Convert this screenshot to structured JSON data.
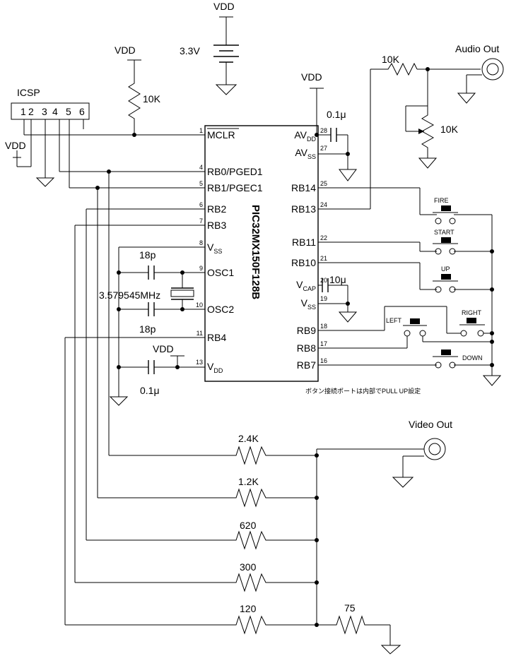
{
  "chip": {
    "name": "PIC32MX150F128B",
    "pins_left": [
      {
        "num": "1",
        "label": "MCLR"
      },
      {
        "num": "4",
        "label": "RB0/PGED1"
      },
      {
        "num": "5",
        "label": "RB1/PGEC1"
      },
      {
        "num": "6",
        "label": "RB2"
      },
      {
        "num": "7",
        "label": "RB3"
      },
      {
        "num": "8",
        "label": "V",
        "sub": "SS"
      },
      {
        "num": "9",
        "label": "OSC1"
      },
      {
        "num": "10",
        "label": "OSC2"
      },
      {
        "num": "11",
        "label": "RB4"
      },
      {
        "num": "13",
        "label": "V",
        "sub": "DD"
      }
    ],
    "pins_right": [
      {
        "num": "28",
        "label": "AV",
        "sub": "DD"
      },
      {
        "num": "27",
        "label": "AV",
        "sub": "SS"
      },
      {
        "num": "25",
        "label": "RB14"
      },
      {
        "num": "24",
        "label": "RB13"
      },
      {
        "num": "22",
        "label": "RB11"
      },
      {
        "num": "21",
        "label": "RB10"
      },
      {
        "num": "20",
        "label": "V",
        "sub": "CAP"
      },
      {
        "num": "19",
        "label": "V",
        "sub": "SS"
      },
      {
        "num": "18",
        "label": "RB9"
      },
      {
        "num": "17",
        "label": "RB8"
      },
      {
        "num": "16",
        "label": "RB7"
      }
    ]
  },
  "supply": {
    "vdd": "VDD",
    "battery": "3.3V"
  },
  "icsp": {
    "title": "ICSP",
    "pins": [
      "1",
      "2",
      "3",
      "4",
      "5",
      "6"
    ]
  },
  "components": {
    "r_mclr": "10K",
    "r_audio": "10K",
    "pot_audio": "10K",
    "c_avdd": "0.1μ",
    "c_vcap": "10μ",
    "c_osc1": "18p",
    "c_osc2": "18p",
    "crystal": "3.579545MHz",
    "c_vdd": "0.1μ",
    "r_video": [
      "2.4K",
      "1.2K",
      "620",
      "300",
      "120"
    ],
    "r_75": "75"
  },
  "connectors": {
    "audio": "Audio Out",
    "video": "Video Out"
  },
  "buttons": [
    "FIRE",
    "START",
    "UP",
    "LEFT",
    "RIGHT",
    "DOWN"
  ],
  "note": "ボタン接続ポートは内部でPULL UP設定"
}
